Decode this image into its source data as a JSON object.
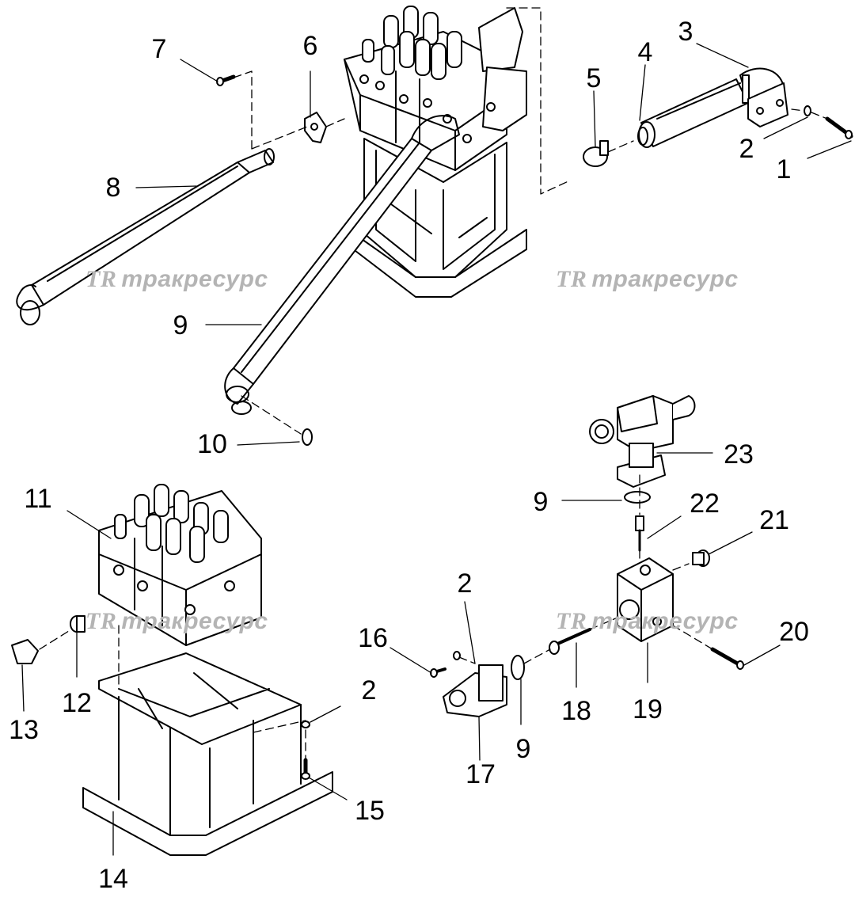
{
  "diagram": {
    "callouts": [
      "7",
      "6",
      "4",
      "3",
      "5",
      "2",
      "1",
      "8",
      "9",
      "10",
      "11",
      "9",
      "23",
      "22",
      "21",
      "2",
      "16",
      "20",
      "12",
      "13",
      "2",
      "18",
      "19",
      "17",
      "9",
      "15",
      "14"
    ],
    "watermark": {
      "logo": "TR",
      "text": "тракресурс"
    },
    "colors": {
      "line": "#000000",
      "watermark": "#b4b4b4",
      "background": "#ffffff"
    }
  }
}
